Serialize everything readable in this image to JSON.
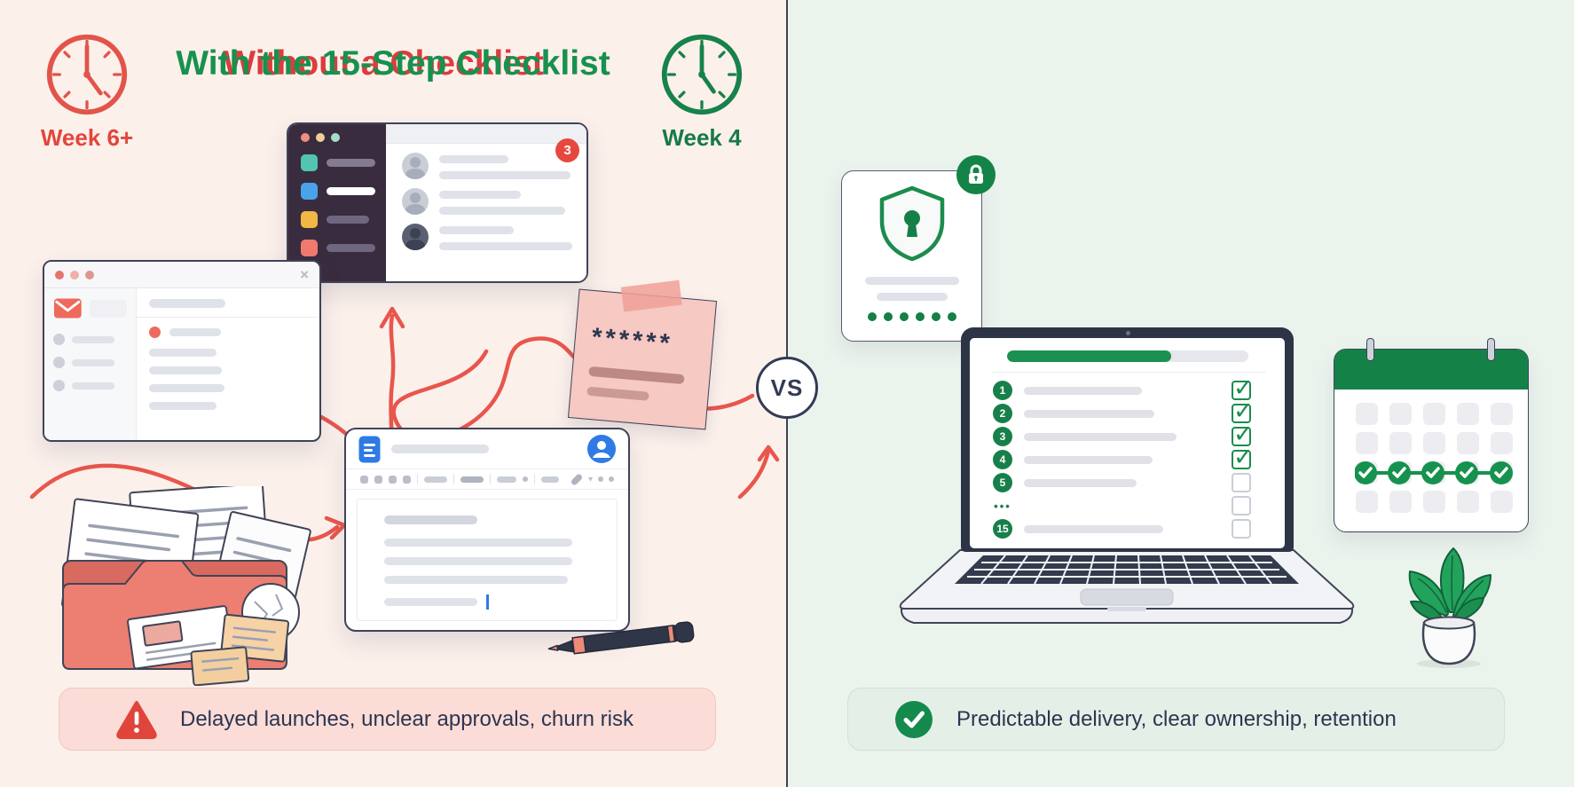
{
  "left": {
    "title": "Without a Checklist",
    "week_label": "Week 6+",
    "chat": {
      "badge_count": "3"
    },
    "sticky_note": {
      "text": "******"
    },
    "banner": {
      "text": "Delayed launches, unclear approvals, churn risk"
    }
  },
  "divider": {
    "vs_label": "VS"
  },
  "right": {
    "title": "With the 15-Step Checklist",
    "week_label": "Week 4",
    "checklist": {
      "progress_percent": 68,
      "items": [
        {
          "label": "1",
          "checked": true
        },
        {
          "label": "2",
          "checked": true
        },
        {
          "label": "3",
          "checked": true
        },
        {
          "label": "4",
          "checked": true
        },
        {
          "label": "5",
          "checked": false
        },
        {
          "label": "•••",
          "checked": false
        },
        {
          "label": "15",
          "checked": false
        }
      ]
    },
    "banner": {
      "text": "Predictable delivery, clear ownership, retention"
    }
  },
  "colors": {
    "left_bg": "#fcf0eb",
    "right_bg": "#ebf3ed",
    "left_accent": "#dc3c3c",
    "right_accent": "#17914e",
    "navy": "#2e3650",
    "banner_red_bg": "#fcdcd7",
    "banner_green_bg": "#e4f0e7"
  }
}
